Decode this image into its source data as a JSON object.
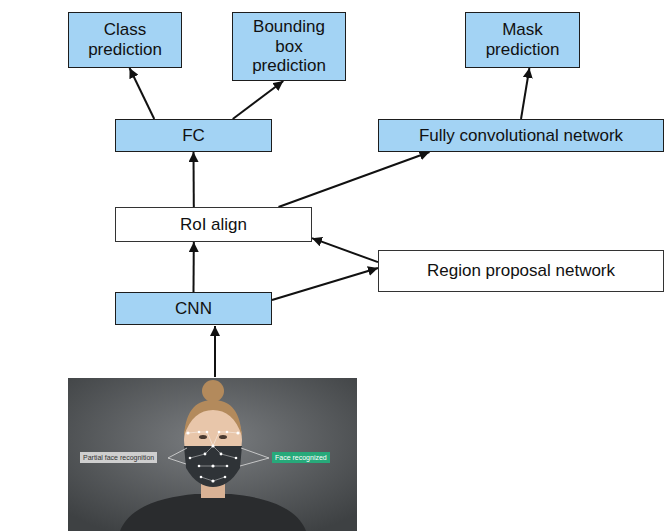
{
  "diagram": {
    "nodes": [
      {
        "text": [
          "Class prediction"
        ]
      },
      {
        "text": [
          "Bounding box prediction"
        ]
      },
      {
        "text": [
          "Mask prediction"
        ]
      },
      {
        "text": [
          "FC"
        ]
      },
      {
        "text": [
          "Fully convolutional network"
        ]
      },
      {
        "text": [
          "RoI align"
        ]
      },
      {
        "text": [
          "Region proposal network"
        ]
      },
      {
        "text": [
          "CNN"
        ]
      }
    ],
    "edges": [
      {
        "from": 3,
        "to": 0,
        "arrow": "to"
      },
      {
        "from": 3,
        "to": 1,
        "arrow": "to"
      },
      {
        "from": 4,
        "to": 2,
        "arrow": "to"
      },
      {
        "from": 5,
        "to": 3,
        "arrow": "to"
      },
      {
        "from": 5,
        "to": 4,
        "arrow": "to"
      },
      {
        "from": 6,
        "to": 5,
        "arrow": "to"
      },
      {
        "from": 7,
        "to": 5,
        "arrow": "to"
      },
      {
        "from": 7,
        "to": 6,
        "arrow": "to"
      }
    ],
    "labels": [
      "Partial face recognition",
      "Face recognized"
    ]
  }
}
